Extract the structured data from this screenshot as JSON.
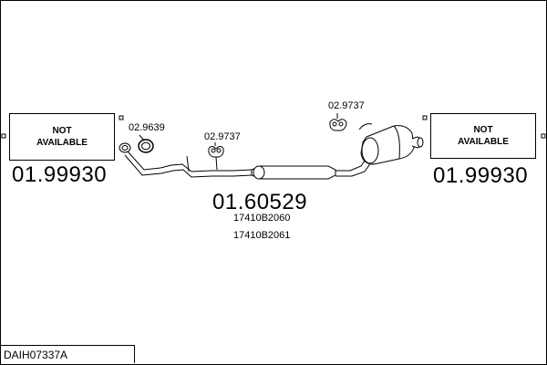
{
  "left_box": {
    "line1": "NOT",
    "line2": "AVAILABLE",
    "part_no": "01.99930"
  },
  "right_box": {
    "line1": "NOT",
    "line2": "AVAILABLE",
    "part_no": "01.99930"
  },
  "gasket_label": "02.9639",
  "hanger_label_left": "02.9737",
  "hanger_label_right": "02.9737",
  "main_part": "01.60529",
  "oem_codes": [
    "17410B2060",
    "17410B2061"
  ],
  "diagram_id": "DAIH07337A"
}
